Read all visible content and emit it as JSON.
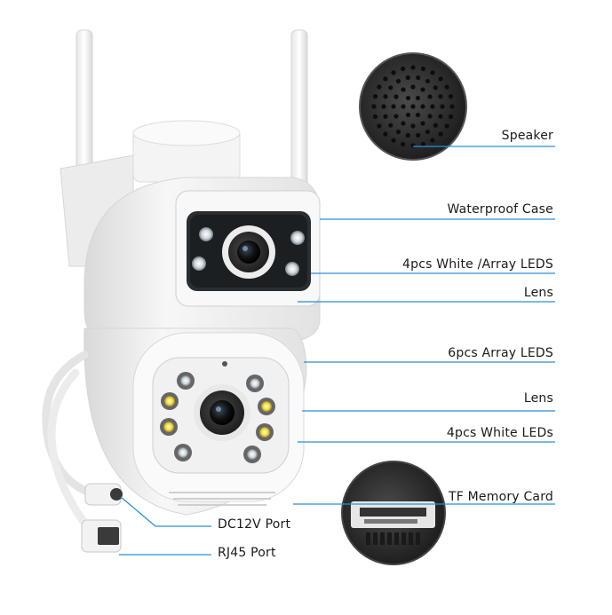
{
  "colors": {
    "callout_line": "#2b8fd6",
    "body": "#f2f2f2",
    "lens": "#2a2a2a",
    "led_warm": "#f5e04a"
  },
  "labels": {
    "speaker": "Speaker",
    "waterproof_case": "Waterproof Case",
    "top_leds": "4pcs White /Array LEDS",
    "top_lens": "Lens",
    "array_leds": "6pcs Array LEDS",
    "bottom_lens": "Lens",
    "white_leds": "4pcs White LEDs",
    "tf_card": "TF Memory Card",
    "dc_port": "DC12V Port",
    "rj45_port": "RJ45 Port"
  }
}
